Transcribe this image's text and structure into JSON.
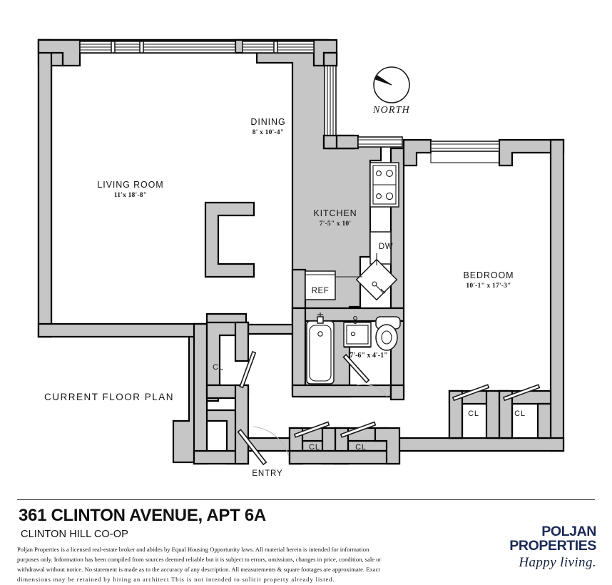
{
  "plan": {
    "title": "CURRENT FLOOR PLAN",
    "compass": {
      "label": "NORTH",
      "icon": "compass-icon"
    },
    "rooms": [
      {
        "key": "living_room",
        "name": "LIVING ROOM",
        "dimensions": "11'x 18'-8\""
      },
      {
        "key": "dining",
        "name": "DINING",
        "dimensions": "8' x 10'-4\""
      },
      {
        "key": "kitchen",
        "name": "KITCHEN",
        "dimensions": "7'-5\" x 10'"
      },
      {
        "key": "bedroom",
        "name": "BEDROOM",
        "dimensions": "10'-1\" x 17'-3\""
      },
      {
        "key": "bathroom",
        "name": "",
        "dimensions": "7'-6\" x 4'-1\""
      }
    ],
    "appliances": [
      {
        "key": "refrigerator",
        "label": "REF"
      },
      {
        "key": "dishwasher",
        "label": "DW"
      }
    ],
    "closets": [
      {
        "key": "closet_hall",
        "label": "CL"
      },
      {
        "key": "closet_entry_left",
        "label": "CL"
      },
      {
        "key": "closet_entry_right",
        "label": "CL"
      },
      {
        "key": "closet_bedroom_left",
        "label": "CL"
      },
      {
        "key": "closet_bedroom_right",
        "label": "CL"
      }
    ],
    "entry": {
      "label": "ENTRY"
    },
    "colors": {
      "wall_fill": "#c6c6c6",
      "wall_stroke": "#000000",
      "brand": "#1b2a57",
      "text": "#151515"
    }
  },
  "footer": {
    "address": "361 CLINTON AVENUE, APT 6A",
    "subtitle": "CLINTON HILL CO-OP",
    "disclaimer_lines": [
      "Poljan Properties is a licensed real-estate broker and abides by Equal Housing Opportunity laws. All material herein is intended for information",
      "purposes only. Information has been compiled  from sources deemed reliable but it is subject to errors, omissions, changes in price, condition, sale or",
      "withdrawal without notice. No statement is made as to the accuracy of any description. All measurements & square footages are approximate. Exact",
      "dimensions may be retained by hiring an architect This is not intended to solicit property already listed."
    ],
    "brand_name": "POLJAN PROPERTIES",
    "brand_tagline": "Happy living."
  }
}
